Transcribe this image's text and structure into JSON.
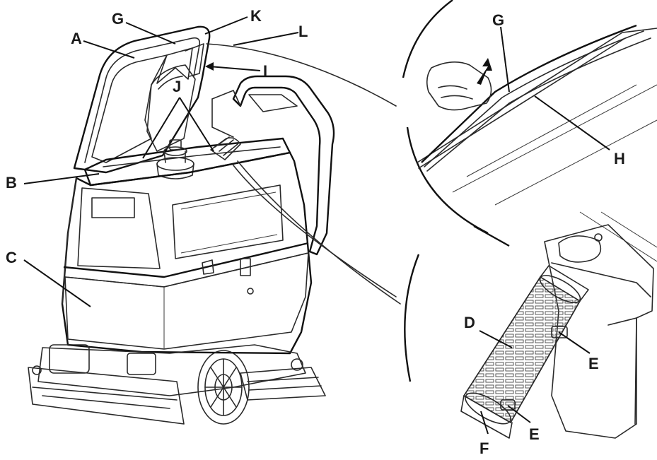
{
  "callouts": {
    "A": "A",
    "G_main": "G",
    "K": "K",
    "L": "L",
    "I": "I",
    "J": "J",
    "B": "B",
    "C": "C",
    "G_detail": "G",
    "H": "H",
    "D": "D",
    "E_upper": "E",
    "E_lower": "E",
    "F": "F"
  },
  "colors": {
    "line": "#1a1a1a",
    "glass": "#eef1f3",
    "background": "#ffffff"
  }
}
